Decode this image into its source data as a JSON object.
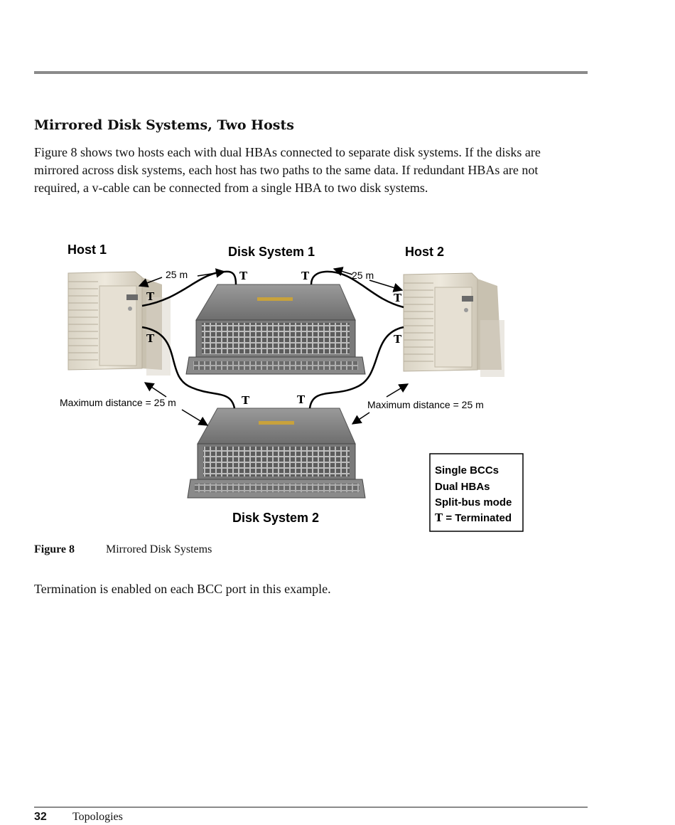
{
  "section": {
    "heading": "Mirrored Disk Systems, Two Hosts"
  },
  "body": {
    "paragraph1": "Figure 8 shows two hosts each with dual HBAs connected to separate disk systems. If the disks are mirrored across disk systems, each host has two paths to the same data. If redundant HBAs are not required, a v-cable can be connected from a single HBA to two disk systems.",
    "paragraph2": "Termination is enabled on each BCC port in this example."
  },
  "figure": {
    "labels": {
      "host1": "Host 1",
      "host2": "Host 2",
      "disk1": "Disk System 1",
      "disk2": "Disk System 2",
      "dist_left": "25 m",
      "dist_right": "25 m",
      "max_left": "Maximum distance = 25 m",
      "max_right": "Maximum distance = 25 m",
      "term": "T"
    },
    "legend": [
      "Single BCCs",
      "Dual HBAs",
      "Split-bus mode"
    ],
    "legend_term_letter": "T",
    "legend_term_text": " = Terminated",
    "caption_number": "Figure 8",
    "caption_text": "Mirrored Disk Systems"
  },
  "footer": {
    "page_number": "32",
    "section": "Topologies"
  }
}
